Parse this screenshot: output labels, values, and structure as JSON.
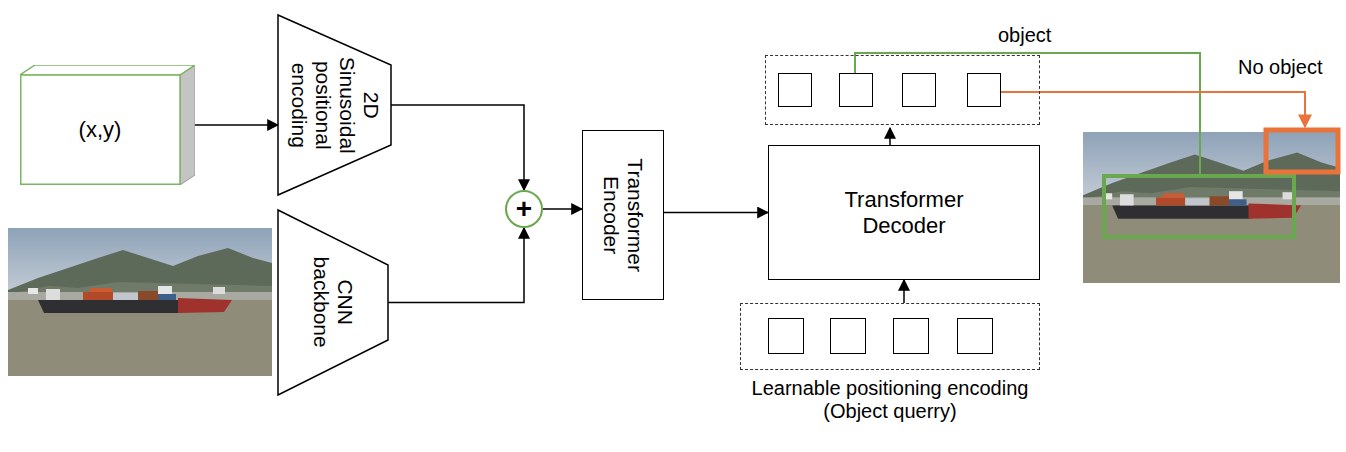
{
  "diagram": {
    "nodes": [
      {
        "text": [
          "(x,y)"
        ]
      },
      {
        "text": [
          "2D Sinusoidal positional encoding"
        ]
      },
      {
        "text": [
          "CNN backbone"
        ]
      },
      {
        "text": [
          "+"
        ]
      },
      {
        "text": [
          "Transformer Encoder"
        ]
      },
      {
        "text": [
          "Transformer Decoder"
        ]
      },
      {
        "text": [
          "Learnable positioning encoding (Object querry)"
        ]
      }
    ],
    "edges": [
      {
        "from": 0,
        "to": 1,
        "arrow": "to"
      },
      {
        "from": 1,
        "to": 3,
        "arrow": "to"
      },
      {
        "from": 2,
        "to": 3,
        "arrow": "to"
      },
      {
        "from": 3,
        "to": 4,
        "arrow": "to"
      },
      {
        "from": 4,
        "to": 5,
        "arrow": "to"
      },
      {
        "from": 6,
        "to": 5,
        "arrow": "to"
      }
    ],
    "labels": [
      "object",
      "No object"
    ]
  }
}
